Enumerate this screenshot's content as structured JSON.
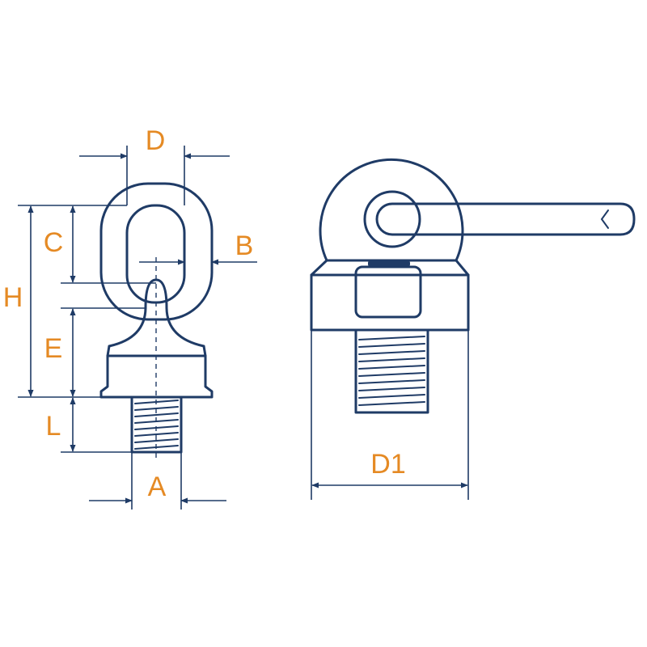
{
  "labels": {
    "d": "D",
    "b": "B",
    "c": "C",
    "h": "H",
    "e": "E",
    "l": "L",
    "a": "A",
    "d1": "D1"
  },
  "colors": {
    "line": "#1f3b66",
    "label": "#e58a24",
    "background": "#ffffff"
  }
}
